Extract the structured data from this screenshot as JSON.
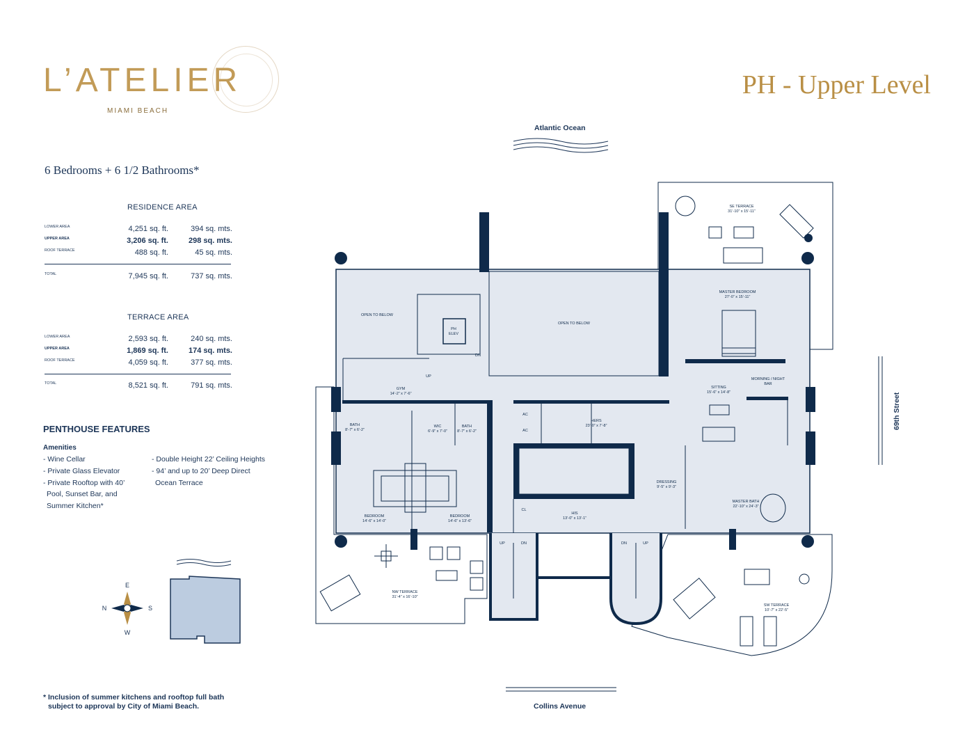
{
  "brand": {
    "name": "L’ATELIER",
    "location": "MIAMI BEACH",
    "gold": "#c29b57",
    "navy": "#0f2a4a"
  },
  "title": "PH - Upper Level",
  "subtitle": "6 Bedrooms + 6 1/2 Bathrooms*",
  "residence_area": {
    "heading": "RESIDENCE AREA",
    "rows": [
      {
        "label": "LOWER AREA",
        "sqft": "4,251 sq. ft.",
        "mts": "394  sq. mts.",
        "bold": false
      },
      {
        "label": "UPPER AREA",
        "sqft": "3,206 sq. ft.",
        "mts": "298  sq. mts.",
        "bold": true
      },
      {
        "label": "ROOF TERRACE",
        "sqft": "488 sq. ft.",
        "mts": "45  sq. mts.",
        "bold": false
      }
    ],
    "total": {
      "label": "TOTAL",
      "sqft": "7,945 sq. ft.",
      "mts": "737 sq. mts."
    }
  },
  "terrace_area": {
    "heading": "TERRACE AREA",
    "rows": [
      {
        "label": "LOWER AREA",
        "sqft": "2,593 sq. ft.",
        "mts": "240  sq. mts.",
        "bold": false
      },
      {
        "label": "UPPER AREA",
        "sqft": "1,869 sq. ft.",
        "mts": "174  sq. mts.",
        "bold": true
      },
      {
        "label": "ROOF TERRACE",
        "sqft": "4,059 sq. ft.",
        "mts": "377  sq. mts.",
        "bold": false
      }
    ],
    "total": {
      "label": "TOTAL",
      "sqft": "8,521 sq. ft.",
      "mts": "791  sq. mts."
    }
  },
  "features": {
    "title": "PENTHOUSE FEATURES",
    "amenities_label": "Amenities",
    "col1": [
      "- Wine Cellar",
      "- Private Glass Elevator",
      "- Private Rooftop with 40’",
      "  Pool, Sunset Bar, and",
      "  Summer Kitchen*"
    ],
    "col2": [
      "- Double Height 22’ Ceiling Heights",
      "- 94’ and up to 20’ Deep Direct",
      "  Ocean Terrace"
    ]
  },
  "footnote": [
    "* Inclusion of summer kitchens and rooftop full bath",
    "subject to approval by City of Miami Beach."
  ],
  "compass": {
    "n": "N",
    "s": "S",
    "e": "E",
    "w": "W"
  },
  "streets": {
    "top": "Atlantic Ocean",
    "bottom": "Collins Avenue",
    "right": "69th Street"
  },
  "rooms": {
    "se_terrace": {
      "name": "SE TERRACE",
      "dims": "31’-10” x 15’-11”"
    },
    "master_bedroom": {
      "name": "MASTER BEDROOM",
      "dims": "27’-0” x 15’-11”"
    },
    "open_below_1": "OPEN TO BELOW",
    "open_below_2": "OPEN TO BELOW",
    "ph_elev": [
      "PH",
      "ELEV"
    ],
    "dn": "DN",
    "up": "UP",
    "gym": {
      "name": "GYM",
      "dims": "14’-2” x 7’-6”"
    },
    "morning_bar": [
      "MORNING / NIGHT",
      "BAR"
    ],
    "sitting": {
      "name": "SITTING",
      "dims": "15’-6” x 14’-8”"
    },
    "bath1": {
      "name": "BATH",
      "dims": "8’-7” x 6’-2”"
    },
    "wic": {
      "name": "WIC",
      "dims": "6’-9” x 7’-0”"
    },
    "bath2": {
      "name": "BATH",
      "dims": "8’-7” x 6’-2”"
    },
    "ac": "AC",
    "hers": {
      "name": "HERS",
      "dims": "23’-0” x 7’-8”"
    },
    "dressing": {
      "name": "DRESSING",
      "dims": "9’-5” x 9’-3”"
    },
    "master_bath": {
      "name": "MASTER BATH",
      "dims": "22’-10” x 24’-3”"
    },
    "bedroom1": {
      "name": "BEDROOM",
      "dims": "14’-6” x 14’-0”"
    },
    "bedroom2": {
      "name": "BEDROOM",
      "dims": "14’-6” x 13’-6”"
    },
    "cl": "CL",
    "his": {
      "name": "HIS",
      "dims": "13’-0” x 13’-1”"
    },
    "nw_terrace": {
      "name": "NW TERRACE",
      "dims": "31’-4” x 16’-10”"
    },
    "sw_terrace": {
      "name": "SW TERRACE",
      "dims": "10’-7” x 22’-5”"
    }
  }
}
